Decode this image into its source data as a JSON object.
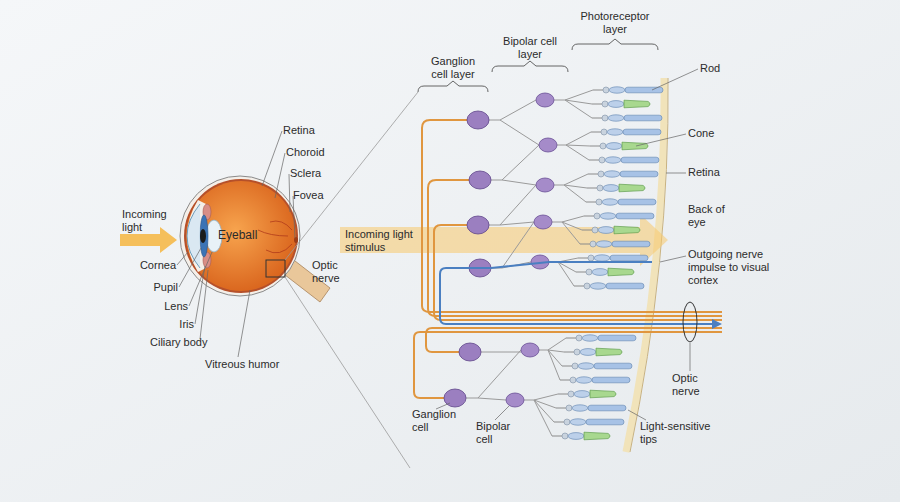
{
  "diagram": {
    "labels": [
      "Incoming light",
      "Retina",
      "Choroid",
      "Sclera",
      "Fovea",
      "Eyeball",
      "Optic nerve",
      "Cornea",
      "Pupil",
      "Lens",
      "Iris",
      "Ciliary body",
      "Vitreous humor",
      "Incoming light stimulus",
      "Ganglion cell layer",
      "Bipolar cell layer",
      "Photoreceptor layer",
      "Rod",
      "Cone",
      "Retina",
      "Back of eye",
      "Outgoing nerve impulse to visual cortex",
      "Optic nerve",
      "Ganglion cell",
      "Bipolar cell",
      "Light-sensitive tips"
    ]
  }
}
